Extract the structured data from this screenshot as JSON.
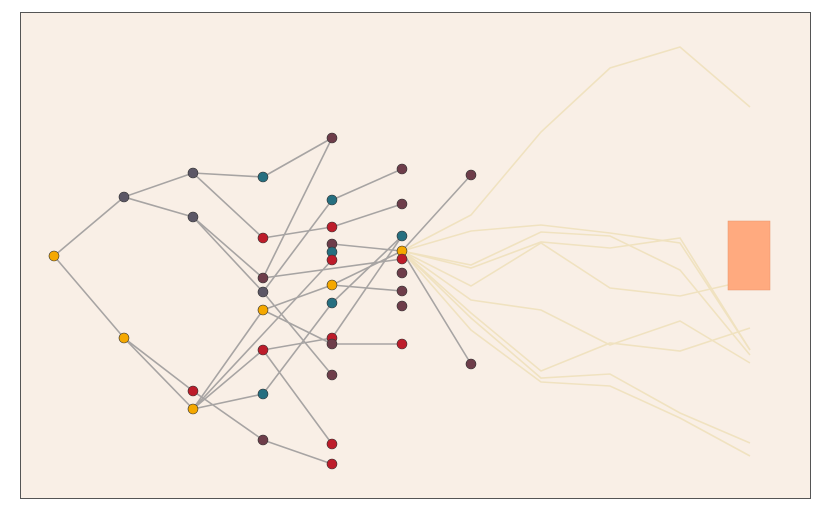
{
  "colors": {
    "background": "#f9efe6",
    "border": "#555555",
    "edge": "#a7a4a3",
    "trail": "#f0e2c0",
    "trail_tip": "#ffffff",
    "target": "#ffaa7f",
    "node_orange": "#f5a800",
    "node_slate": "#5c5766",
    "node_teal": "#266f80",
    "node_red": "#bd1c2a",
    "node_maroon": "#6e3d4a"
  },
  "diagram": {
    "type": "tree-network",
    "node_count": 38,
    "edge_count": 36,
    "trail_count": 9,
    "target_shape": "rectangle"
  }
}
